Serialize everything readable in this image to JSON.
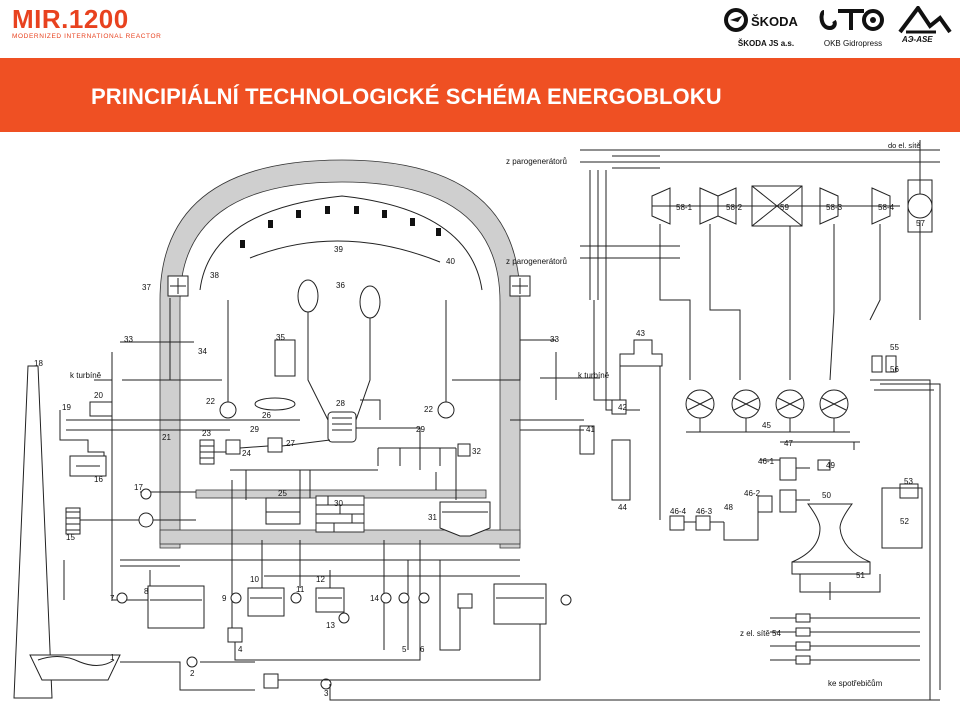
{
  "header": {
    "logo_main": "MIR.",
    "logo_num": "1200",
    "logo_sub": "MODERNIZED INTERNATIONAL REACTOR",
    "partners": [
      {
        "caption": "ŠKODA JS a.s.",
        "mark": "ŠKODA"
      },
      {
        "caption": "OKB Gidropress",
        "mark": ""
      },
      {
        "caption": "",
        "mark": "AЭ-ASE"
      }
    ]
  },
  "banner": {
    "title": "PRINCIPIÁLNÍ TECHNOLOGICKÉ SCHÉMA ENERGOBLOKU"
  },
  "colors": {
    "brand": "#e8421f",
    "banner": "#ef5023",
    "line": "#222222"
  },
  "diagram": {
    "labels": {
      "z_parogeneratoru_1": "z parogenerátorů",
      "z_parogeneratoru_2": "z parogenerátorů",
      "do_el_site": "do el. sítě",
      "k_turbine_left": "k turbíně",
      "k_turbine_right": "k turbíně",
      "z_el_site": "z el. sítě",
      "ke_spotrebicum": "ke spotřebičům"
    },
    "numbers": {
      "n1": "1",
      "n2": "2",
      "n3": "3",
      "n4": "4",
      "n5": "5",
      "n6": "6",
      "n7": "7",
      "n8": "8",
      "n9": "9",
      "n10": "10",
      "n11": "11",
      "n12": "12",
      "n13": "13",
      "n14": "14",
      "n15": "15",
      "n16": "16",
      "n17": "17",
      "n18": "18",
      "n19": "19",
      "n20": "20",
      "n21": "21",
      "n22a": "22",
      "n22b": "22",
      "n23": "23",
      "n24": "24",
      "n25": "25",
      "n26": "26",
      "n27": "27",
      "n28": "28",
      "n29a": "29",
      "n29b": "29",
      "n30": "30",
      "n31": "31",
      "n32": "32",
      "n33a": "33",
      "n33b": "33",
      "n34": "34",
      "n35": "35",
      "n36": "36",
      "n37": "37",
      "n38": "38",
      "n39": "39",
      "n40": "40",
      "n41": "41",
      "n42": "42",
      "n43": "43",
      "n44": "44",
      "n45": "45",
      "n46_1": "46-1",
      "n46_2": "46-2",
      "n46_3": "46-3",
      "n46_4": "46-4",
      "n47": "47",
      "n48": "48",
      "n49": "49",
      "n50": "50",
      "n51": "51",
      "n52": "52",
      "n53": "53",
      "n54": "54",
      "n55": "55",
      "n56": "56",
      "n57": "57",
      "n58_1": "58-1",
      "n58_2": "58-2",
      "n58_3": "58-3",
      "n58_4": "58-4",
      "n59": "59"
    }
  }
}
